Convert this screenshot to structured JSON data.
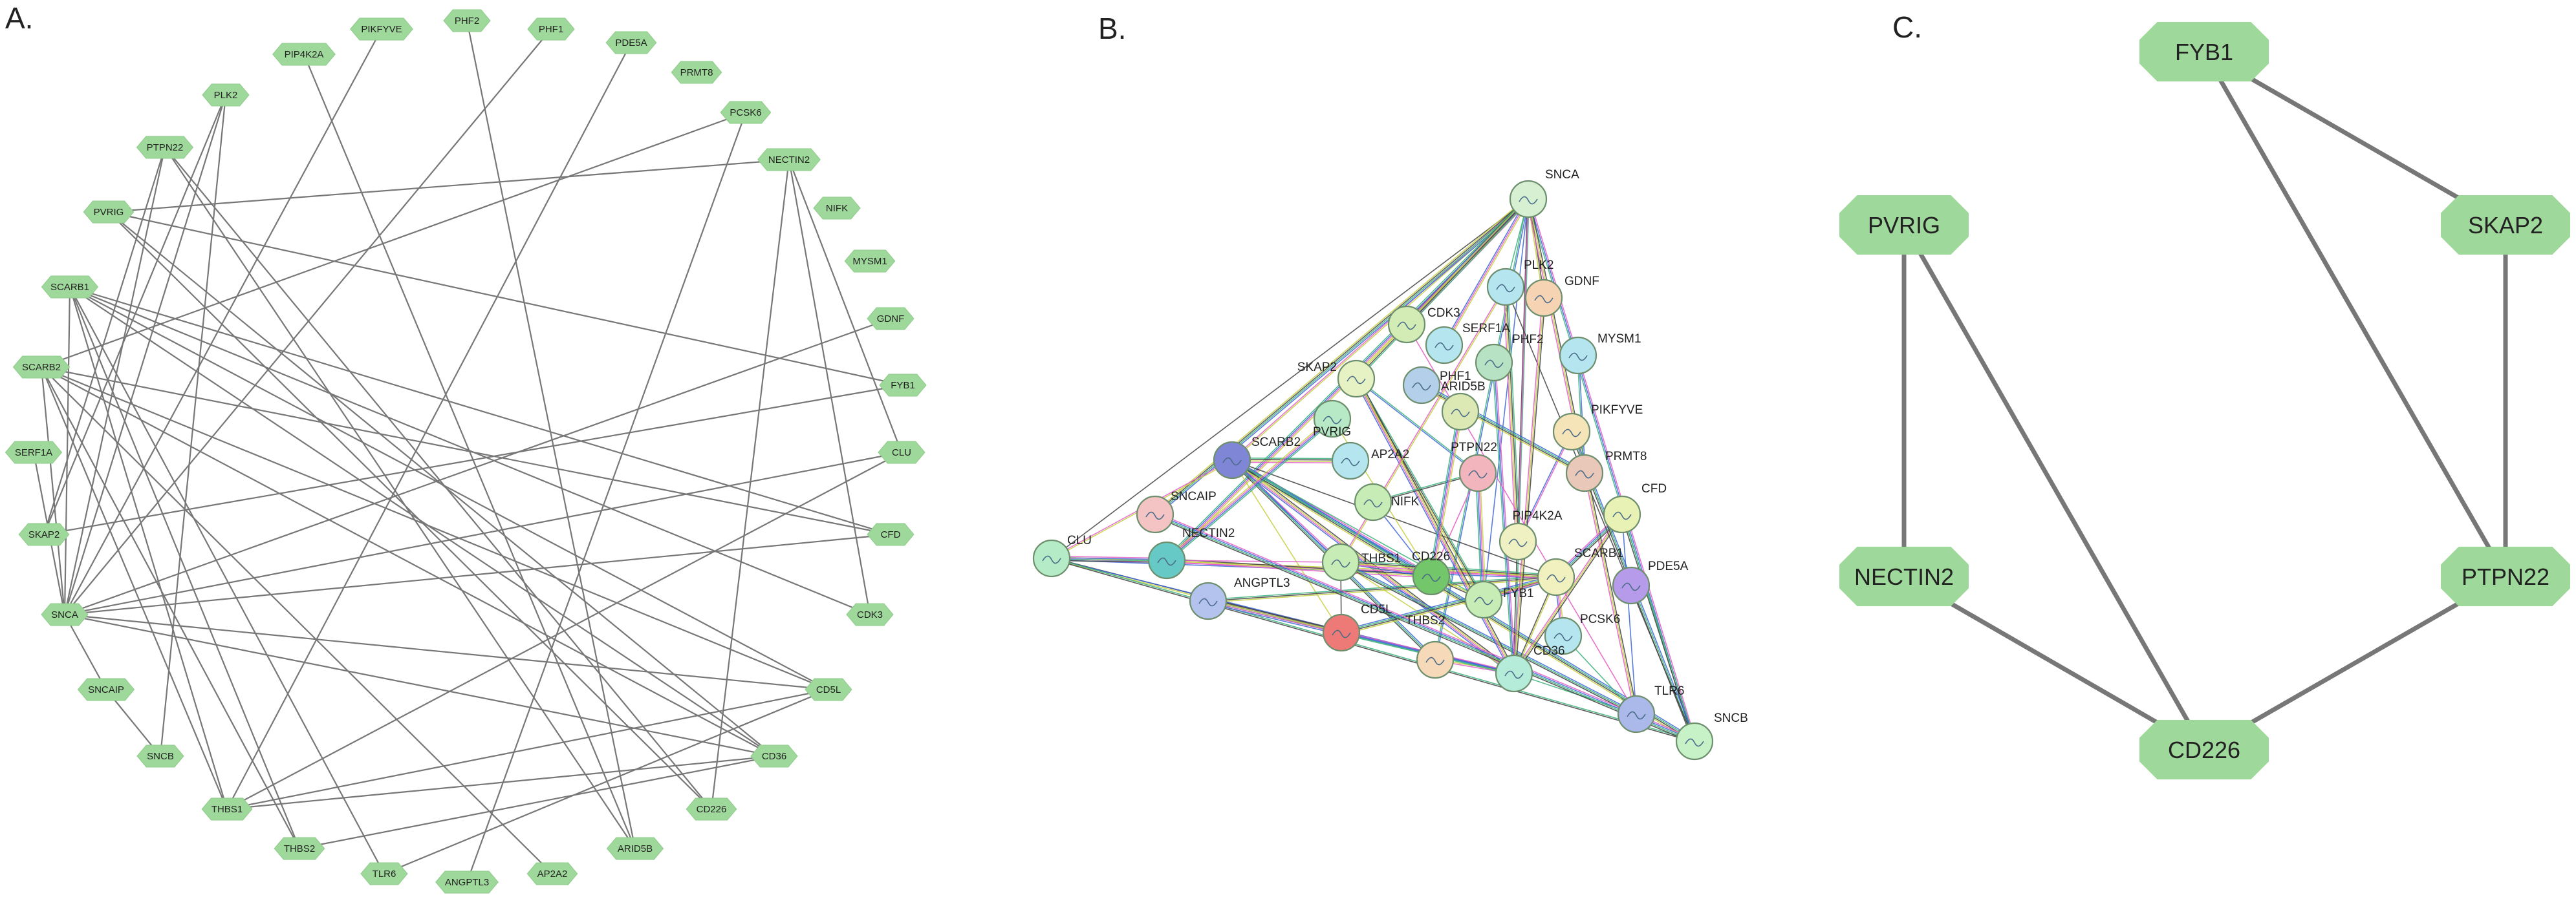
{
  "panel_labels": {
    "a": "A.",
    "b": "B.",
    "c": "C."
  },
  "colors": {
    "node_fill": "#9ED89A",
    "edge": "#777777",
    "text": "#222222"
  },
  "panel_a": {
    "node_shape": "hexagon",
    "nodes": [
      "PIKFYVE",
      "PIP4K2A",
      "PHF2",
      "PHF1",
      "PDE5A",
      "PRMT8",
      "PCSK6",
      "NECTIN2",
      "NIFK",
      "MYSM1",
      "GDNF",
      "FYB1",
      "CLU",
      "CFD",
      "CDK3",
      "CD5L",
      "CD36",
      "CD226",
      "ARID5B",
      "AP2A2",
      "ANGPTL3",
      "TLR6",
      "THBS2",
      "THBS1",
      "SNCB",
      "SNCAIP",
      "SNCA",
      "SKAP2",
      "SERF1A",
      "SCARB2",
      "SCARB1",
      "PVRIG",
      "PTPN22",
      "PLK2"
    ]
  },
  "panel_b": {
    "nodes": [
      {
        "id": "SNCA",
        "color": "#d6f0d1"
      },
      {
        "id": "PLK2",
        "color": "#b5e6f0"
      },
      {
        "id": "GDNF",
        "color": "#f6d4b3"
      },
      {
        "id": "CDK3",
        "color": "#d3ecb5"
      },
      {
        "id": "SERF1A",
        "color": "#b5e6f0"
      },
      {
        "id": "PHF2",
        "color": "#b7e3c4"
      },
      {
        "id": "MYSM1",
        "color": "#b5e6f0"
      },
      {
        "id": "SKAP2",
        "color": "#e6f2c4"
      },
      {
        "id": "PHF1",
        "color": "#b3cfe9"
      },
      {
        "id": "ARID5B",
        "color": "#dce9b5"
      },
      {
        "id": "PVRIG",
        "color": "#b7e9c6"
      },
      {
        "id": "PIKFYVE",
        "color": "#f6e4b9"
      },
      {
        "id": "AP2A2",
        "color": "#b5e6f0"
      },
      {
        "id": "SCARB2",
        "color": "#7f86d6"
      },
      {
        "id": "PTPN22",
        "color": "#f3b5bd"
      },
      {
        "id": "PRMT8",
        "color": "#e9c7b9"
      },
      {
        "id": "NIFK",
        "color": "#c7ecb5"
      },
      {
        "id": "SNCAIP",
        "color": "#f4c3c3"
      },
      {
        "id": "CFD",
        "color": "#e9f2b5"
      },
      {
        "id": "PIP4K2A",
        "color": "#f0f1c2"
      },
      {
        "id": "CLU",
        "color": "#b5ecc7"
      },
      {
        "id": "NECTIN2",
        "color": "#67c9c5"
      },
      {
        "id": "THBS1",
        "color": "#c7ecb5"
      },
      {
        "id": "CD226",
        "color": "#73c66a"
      },
      {
        "id": "SCARB1",
        "color": "#f1f1bf"
      },
      {
        "id": "PDE5A",
        "color": "#b69bea"
      },
      {
        "id": "FYB1",
        "color": "#c7ecb5"
      },
      {
        "id": "ANGPTL3",
        "color": "#b3c3ee"
      },
      {
        "id": "CD5L",
        "color": "#ee7a78"
      },
      {
        "id": "PCSK6",
        "color": "#b5e6f0"
      },
      {
        "id": "THBS2",
        "color": "#f6d9b9"
      },
      {
        "id": "CD36",
        "color": "#b5ecd9"
      },
      {
        "id": "TLR6",
        "color": "#aab8ea"
      },
      {
        "id": "SNCB",
        "color": "#c7f2c7"
      }
    ]
  },
  "panel_c": {
    "node_shape": "octagon",
    "nodes": [
      "FYB1",
      "PVRIG",
      "SKAP2",
      "NECTIN2",
      "PTPN22",
      "CD226"
    ],
    "edges": [
      [
        "FYB1",
        "SKAP2"
      ],
      [
        "FYB1",
        "PTPN22"
      ],
      [
        "SKAP2",
        "PTPN22"
      ],
      [
        "PVRIG",
        "NECTIN2"
      ],
      [
        "PVRIG",
        "CD226"
      ],
      [
        "NECTIN2",
        "CD226"
      ],
      [
        "PTPN22",
        "CD226"
      ]
    ]
  }
}
